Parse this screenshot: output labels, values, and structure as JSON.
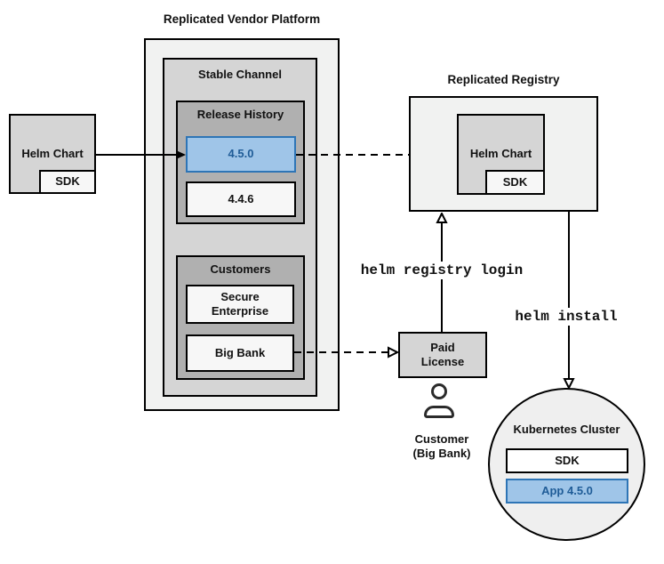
{
  "diagram": {
    "title": "Replicated Vendor Platform",
    "colors": {
      "highlight_fill": "#9fc5e8",
      "highlight_border": "#2e75b6",
      "highlight_text": "#1f5c97",
      "outer_box_fill": "#f1f2f1",
      "mid_box_fill": "#d5d5d5",
      "inner_box_fill": "#b0b0b0",
      "item_box_fill": "#f7f7f7",
      "line_color": "#000000"
    }
  },
  "platform": {
    "title": "Replicated Vendor Platform",
    "stable_channel": {
      "label": "Stable Channel",
      "release_history": {
        "label": "Release History",
        "versions": [
          {
            "label": "4.5.0",
            "highlighted": true
          },
          {
            "label": "4.4.6",
            "highlighted": false
          }
        ]
      },
      "customers": {
        "label": "Customers",
        "items": [
          {
            "label": "Secure Enterprise"
          },
          {
            "label": "Big Bank"
          }
        ]
      }
    }
  },
  "helm_chart_source": {
    "label": "Helm Chart",
    "sdk_label": "SDK"
  },
  "registry": {
    "title": "Replicated Registry",
    "helm_chart": {
      "label": "Helm Chart",
      "sdk_label": "SDK"
    }
  },
  "paid_license": {
    "label": "Paid License"
  },
  "customer": {
    "line1": "Customer",
    "line2": "(Big Bank)"
  },
  "commands": {
    "registry_login": "helm registry login",
    "install": "helm install"
  },
  "kubernetes": {
    "label": "Kubernetes Cluster",
    "sdk_label": "SDK",
    "app_label": "App 4.5.0"
  }
}
